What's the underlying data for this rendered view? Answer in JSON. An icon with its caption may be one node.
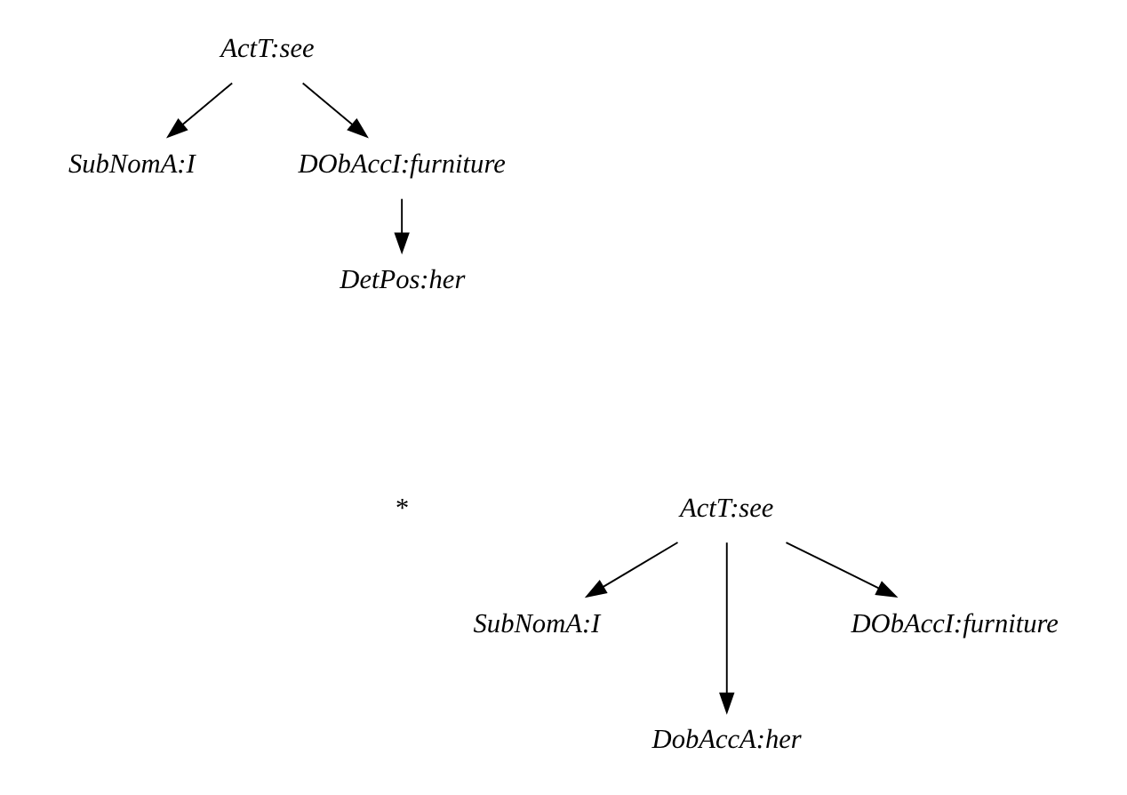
{
  "diagram": {
    "nodes": [
      {
        "text": [
          "ActT:see"
        ]
      },
      {
        "text": [
          "SubNomA:I"
        ]
      },
      {
        "text": [
          "DObAccI:furniture"
        ]
      },
      {
        "text": [
          "DetPos:her"
        ]
      },
      {
        "text": [
          "ActT:see"
        ]
      },
      {
        "text": [
          "SubNomA:I"
        ]
      },
      {
        "text": [
          "DobAccA:her"
        ]
      },
      {
        "text": [
          "DObAccI:furniture"
        ]
      }
    ],
    "edges": [
      {
        "from": 0,
        "to": 1,
        "arrow": "to"
      },
      {
        "from": 0,
        "to": 2,
        "arrow": "to"
      },
      {
        "from": 2,
        "to": 3,
        "arrow": "to"
      },
      {
        "from": 4,
        "to": 5,
        "arrow": "to"
      },
      {
        "from": 4,
        "to": 6,
        "arrow": "to"
      },
      {
        "from": 4,
        "to": 7,
        "arrow": "to"
      }
    ],
    "labels": [
      "*"
    ]
  }
}
